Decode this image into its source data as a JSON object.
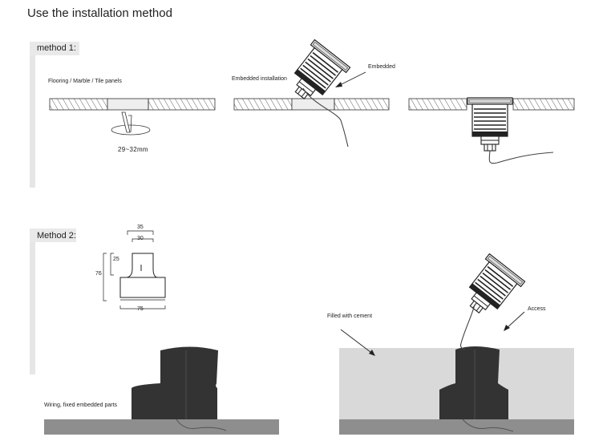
{
  "title": "Use the installation method",
  "method1": {
    "label": "method 1:",
    "panels_label": "Flooring / Marble / Tile panels",
    "hole_size": "29~32mm",
    "embedded_installation_label": "Embedded installation",
    "embedded_label": "Embedded"
  },
  "method2": {
    "label": "Method 2:",
    "dims": {
      "d35": "35",
      "d30": "30",
      "d25": "25",
      "d76": "76",
      "d75": "75"
    },
    "wiring_label": "Wiring, fixed embedded parts",
    "cement_label": "Filled with cement",
    "access_label": "Access"
  },
  "colors": {
    "panel_bg": "#e9e9e9",
    "hatch": "#333333",
    "ground_dark": "#8e8e8e",
    "ground_light": "#d9d9d9",
    "embed_part": "#333333"
  }
}
